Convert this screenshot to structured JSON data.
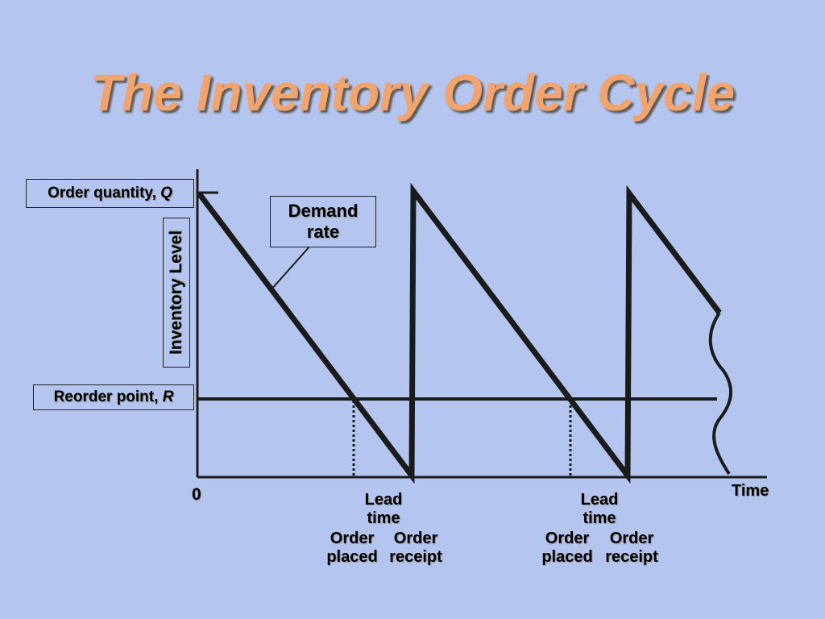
{
  "title": "The Inventory Order Cycle",
  "colors": {
    "background": "#b4c6ef",
    "title": "#f4a46a",
    "line": "#1a1a1a"
  },
  "labels": {
    "order_quantity": "Order quantity, ",
    "order_quantity_symbol": "Q",
    "reorder_point": "Reorder point, ",
    "reorder_point_symbol": "R",
    "inventory_level": "Inventory Level",
    "demand_rate_line1": "Demand",
    "demand_rate_line2": "rate",
    "origin": "0",
    "time": "Time"
  },
  "cycles": [
    {
      "lead_line1": "Lead",
      "lead_line2": "time",
      "order_line1": "Order",
      "order_line2": "placed",
      "receipt_line1": "Order",
      "receipt_line2": "receipt"
    },
    {
      "lead_line1": "Lead",
      "lead_line2": "time",
      "order_line1": "Order",
      "order_line2": "placed",
      "receipt_line1": "Order",
      "receipt_line2": "receipt"
    }
  ]
}
